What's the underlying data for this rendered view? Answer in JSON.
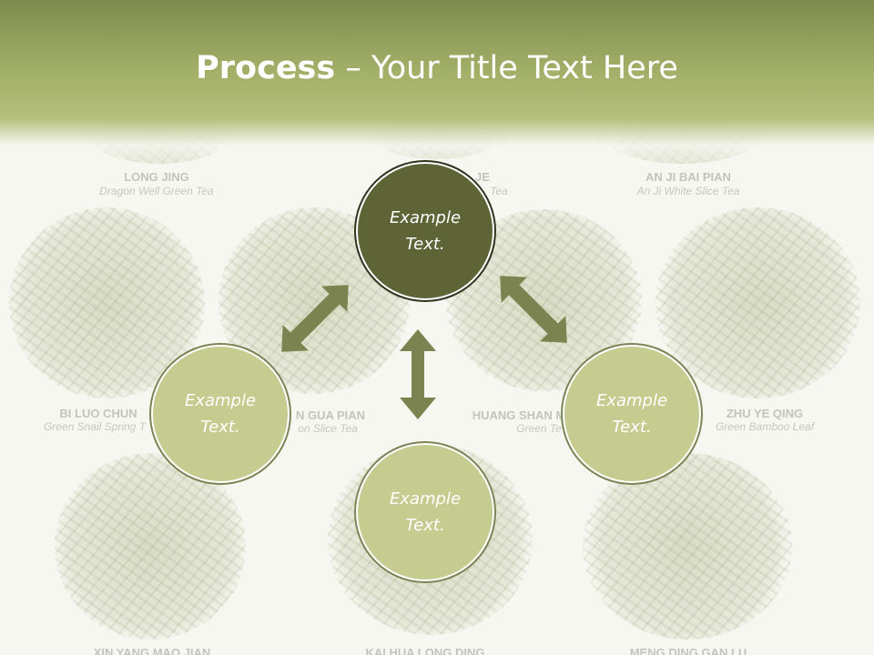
{
  "slide": {
    "title_bold": "Process",
    "title_rest": " – Your Title Text Here"
  },
  "background_teas": [
    {
      "name": "LONG JING",
      "subtitle": "Dragon Well Green Tea"
    },
    {
      "name": "JE",
      "subtitle": "Tea"
    },
    {
      "name": "AN JI BAI PIAN",
      "subtitle": "An Ji White Slice Tea"
    },
    {
      "name": "BI LUO CHUN",
      "subtitle": "Green Snail Spring T"
    },
    {
      "name": "N GUA PIAN",
      "subtitle": "on Slice Tea"
    },
    {
      "name": "HUANG SHAN M",
      "subtitle": "Green Te"
    },
    {
      "name": "ZHU YE QING",
      "subtitle": "Green Bamboo Leaf"
    },
    {
      "name": "XIN YANG MAO JIAN",
      "subtitle": ""
    },
    {
      "name": "KAI HUA LONG DING",
      "subtitle": ""
    },
    {
      "name": "MENG DING GAN LU",
      "subtitle": ""
    }
  ],
  "nodes": {
    "top": "Example\nText.",
    "left": "Example\nText.",
    "right": "Example\nText.",
    "bottom": "Example\nText."
  },
  "colors": {
    "header_dark": "#7f8b4e",
    "node_dark": "#5f6437",
    "node_light": "#c6cb8f",
    "arrow": "#7b8450"
  }
}
